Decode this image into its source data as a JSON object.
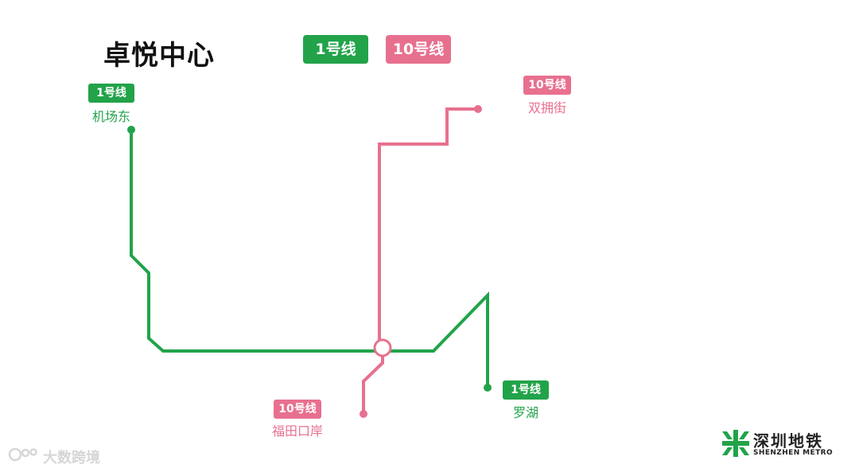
{
  "title": "卓悦中心",
  "colors": {
    "line1": "#22a34a",
    "line10": "#e8708f"
  },
  "legend": {
    "line1": "1号线",
    "line10": "10号线"
  },
  "terminals": {
    "jichangdong": {
      "line": "1号线",
      "name": "机场东"
    },
    "shuangyongjie": {
      "line": "10号线",
      "name": "双拥街"
    },
    "futiankouan": {
      "line": "10号线",
      "name": "福田口岸"
    },
    "luohu": {
      "line": "1号线",
      "name": "罗湖"
    }
  },
  "watermark": "大数跨境",
  "logo": {
    "name_cn": "深圳地铁",
    "name_en": "SHENZHEN METRO"
  }
}
